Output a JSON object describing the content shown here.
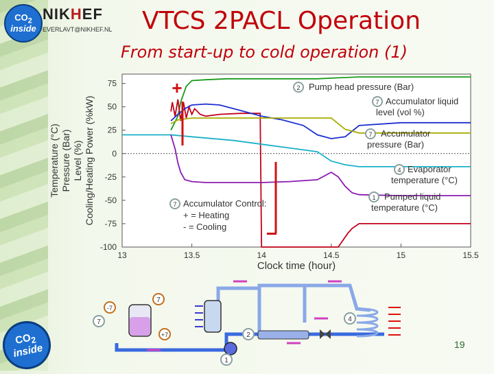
{
  "header": {
    "title": "VTCS 2PACL Operation",
    "subtitle": "From start-up to cold operation (1)",
    "logo_text": "CO2 inside",
    "institute": "NIKHEF",
    "email": "EVERLAVT@NIKHEF.NL"
  },
  "page_number": "19",
  "chart_data": {
    "type": "line",
    "xlabel": "Clock time (hour)",
    "ylabel_lines": [
      "Temperature (°C)",
      "Pressure (Bar)",
      "Level (%)",
      "Cooling/Heating Power (%kW)"
    ],
    "xlim": [
      13,
      15.5
    ],
    "ylim": [
      -100,
      85
    ],
    "xticks": [
      13,
      13.5,
      14,
      14.5,
      15,
      15.5
    ],
    "xtick_labels": [
      "13",
      "13.5",
      "14",
      "14.5",
      "15",
      "15.5"
    ],
    "yticks": [
      75,
      50,
      25,
      0,
      -25,
      -50,
      -75,
      -100
    ],
    "ytick_labels": [
      "75",
      "50",
      "25",
      "0",
      "-25",
      "-50",
      "-75",
      "-100"
    ],
    "grid": false,
    "zero_line": "dotted",
    "series": [
      {
        "color": "#1a9a1a",
        "x": [
          13.35,
          13.4,
          13.42,
          13.46,
          13.5,
          13.6,
          13.75,
          14.0,
          14.2,
          14.4,
          14.55,
          14.7,
          15.0,
          15.5
        ],
        "y": [
          25,
          40,
          55,
          72,
          78,
          79,
          80,
          80,
          80,
          80,
          81,
          82,
          82,
          82
        ]
      },
      {
        "color": "#c0001a",
        "x": [
          13.35,
          13.36,
          13.38,
          13.4,
          13.42,
          13.44,
          13.46,
          13.48,
          13.5,
          13.52,
          13.56,
          13.6,
          13.7,
          13.85,
          13.99,
          14.0,
          14.55,
          14.62,
          14.65,
          14.7,
          15.0,
          15.5
        ],
        "y": [
          45,
          55,
          40,
          58,
          35,
          55,
          38,
          50,
          42,
          48,
          42,
          40,
          42,
          43,
          43,
          -100,
          -100,
          -85,
          -80,
          -75,
          -75,
          -75
        ]
      },
      {
        "color": "#1c2fd0",
        "x": [
          13.35,
          13.4,
          13.45,
          13.5,
          13.6,
          13.7,
          13.8,
          14.0,
          14.15,
          14.3,
          14.4,
          14.5,
          14.6,
          14.7,
          15.0,
          15.5
        ],
        "y": [
          35,
          42,
          48,
          52,
          53,
          52,
          48,
          40,
          36,
          30,
          20,
          16,
          18,
          30,
          33,
          33
        ]
      },
      {
        "color": "#a8ac00",
        "x": [
          13.35,
          13.4,
          13.5,
          13.7,
          14.0,
          14.2,
          14.4,
          14.5,
          14.6,
          14.7,
          15.0,
          15.5
        ],
        "y": [
          32,
          36,
          38,
          38,
          38,
          38,
          38,
          38,
          26,
          22,
          22,
          22
        ]
      },
      {
        "color": "#1ab0c8",
        "x": [
          13.0,
          13.35,
          13.5,
          13.8,
          14.0,
          14.2,
          14.4,
          14.5,
          14.6,
          14.7,
          15.0,
          15.5
        ],
        "y": [
          20,
          20,
          18,
          14,
          10,
          6,
          2,
          -8,
          -12,
          -14,
          -14,
          -14
        ]
      },
      {
        "color": "#8a1ab0",
        "x": [
          13.35,
          13.38,
          13.4,
          13.42,
          13.45,
          13.5,
          13.6,
          13.8,
          14.0,
          14.2,
          14.4,
          14.5,
          14.55,
          14.6,
          14.65,
          14.7,
          15.0,
          15.5
        ],
        "y": [
          20,
          5,
          -10,
          -20,
          -28,
          -30,
          -31,
          -31,
          -31,
          -30,
          -28,
          -20,
          -25,
          -35,
          -42,
          -44,
          -45,
          -45
        ]
      }
    ],
    "annotations": [
      {
        "badge": "2",
        "text": "Pump head pressure (Bar)"
      },
      {
        "badge": "7",
        "text": "Accumulator liquid level (vol %)"
      },
      {
        "badge": "7",
        "text": "Accumulator pressure (Bar)"
      },
      {
        "badge": "4",
        "text": "Evaporator temperature (°C)"
      },
      {
        "badge": "1",
        "text": "Pumped liquid temperature (°C)"
      },
      {
        "badge": "7",
        "text": "Accumulator Control:"
      },
      {
        "badge": "",
        "text": "+ = Heating"
      },
      {
        "badge": "",
        "text": "- = Cooling"
      }
    ],
    "markers": [
      "+",
      "−"
    ]
  },
  "diagram": {
    "badges": [
      "7",
      "-7",
      "7",
      "+7",
      "2",
      "4",
      "1"
    ]
  },
  "colors": {
    "title": "#c0000a",
    "plot_bg": "#ffffff",
    "badge_fill": "#ffffff",
    "badge_ring": "#8aa0a0",
    "heat": "#e01010",
    "cool": "#d040c0",
    "pipe": "#3a6adf"
  }
}
